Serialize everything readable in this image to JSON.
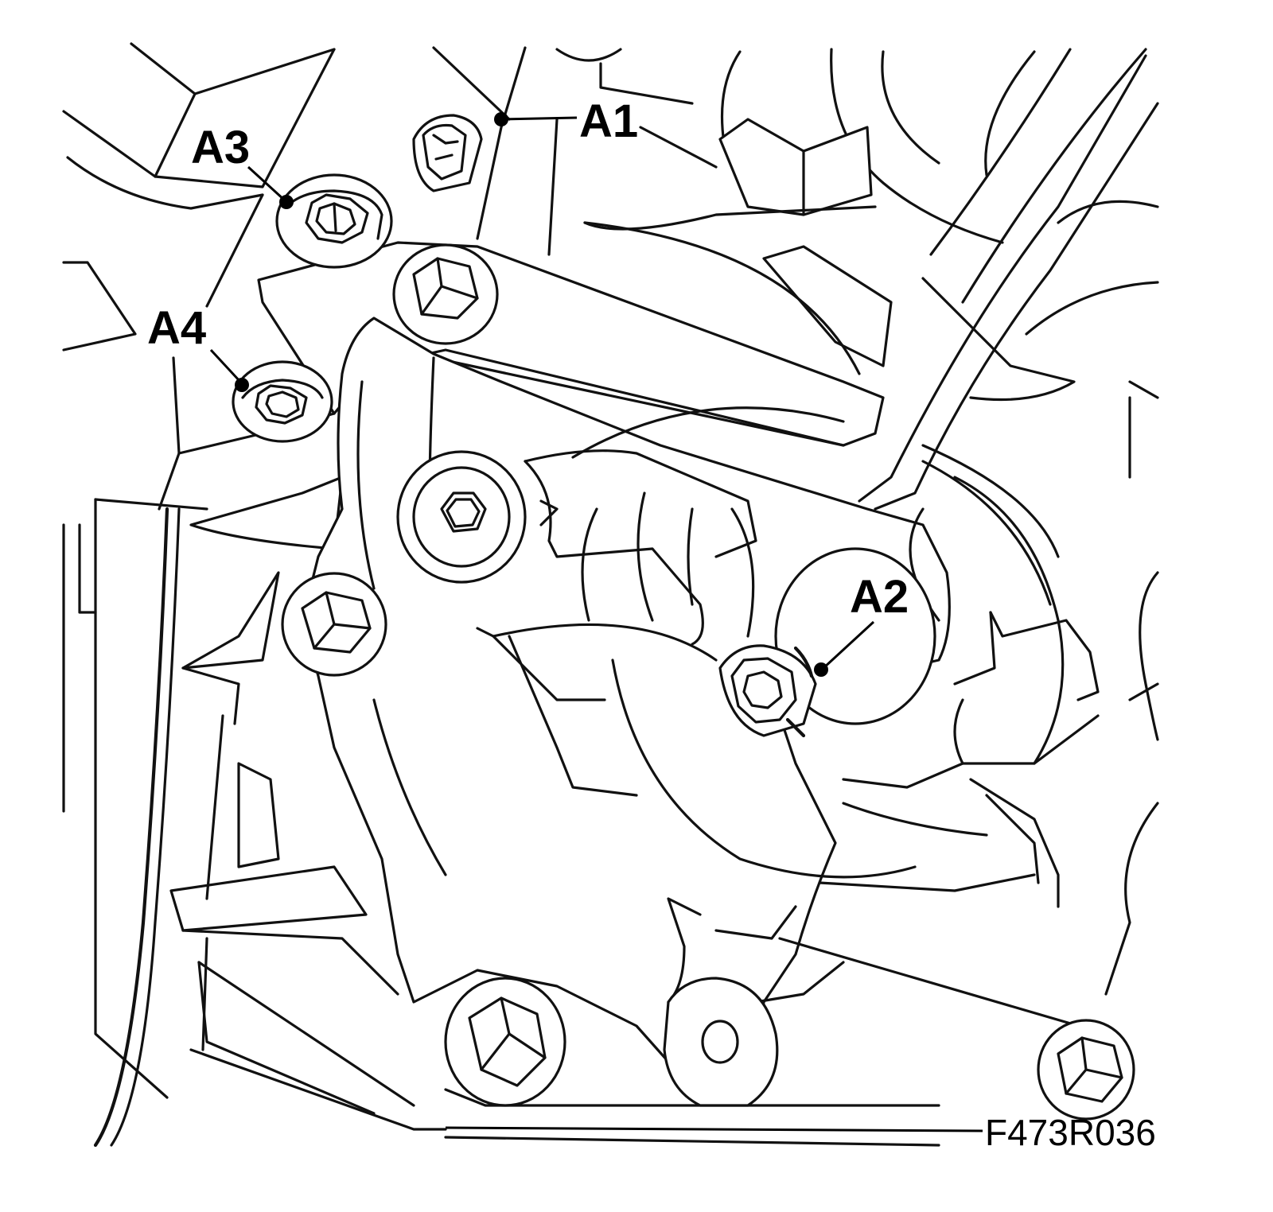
{
  "figure": {
    "code": "F473R036",
    "callouts": [
      {
        "id": "a1",
        "label": "A1"
      },
      {
        "id": "a2",
        "label": "A2"
      },
      {
        "id": "a3",
        "label": "A3"
      },
      {
        "id": "a4",
        "label": "A4"
      }
    ]
  },
  "colors": {
    "line": "#111111",
    "background": "#ffffff"
  }
}
